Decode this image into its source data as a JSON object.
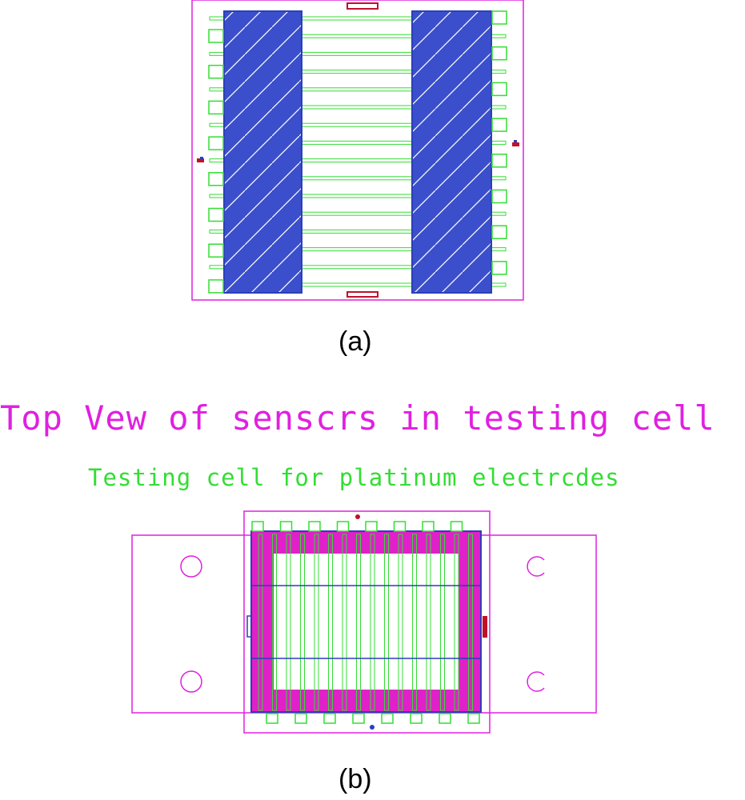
{
  "figure": {
    "caption_a": "(a)",
    "caption_b": "(b)",
    "title_top": "Top Vew of senscrs in testing cell",
    "title_sub": "Testing cell for platinum electrcdes"
  },
  "colors": {
    "outline": "#e020e0",
    "trace": "#33dd33",
    "electrode": "#2a3fb8",
    "electrode_fill": "#3b4fcc",
    "marker": "#c0102a",
    "pad_fill": "#e020c8"
  },
  "icons": {
    "hatch": "diagonal-hatch-icon",
    "mounting_hole": "circle-icon",
    "alignment_mark": "alignment-mark-icon"
  }
}
